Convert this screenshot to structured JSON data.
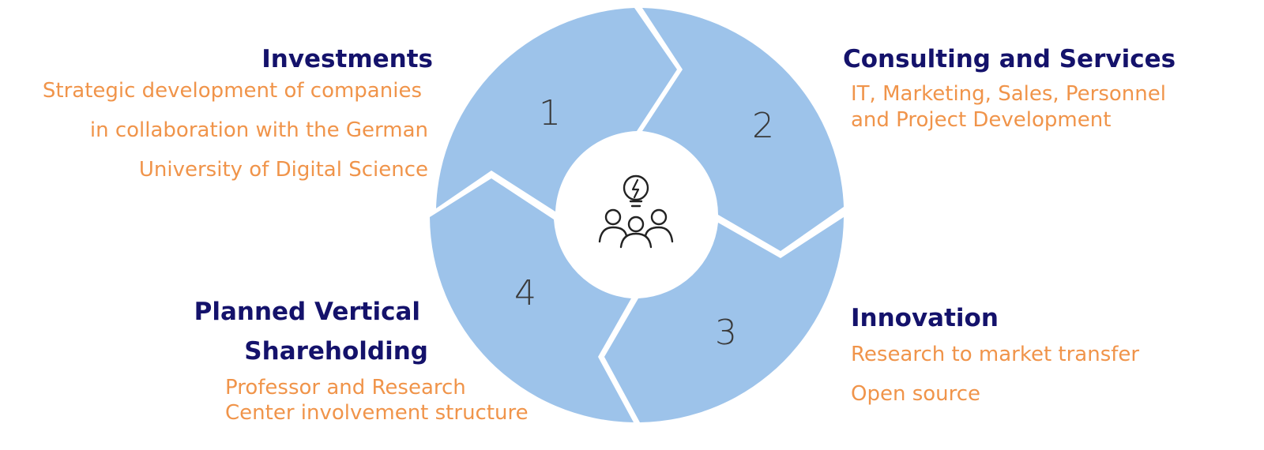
{
  "steps": [
    {
      "number": "1",
      "title": "Investments",
      "lines": [
        "Strategic development of companies",
        "in collaboration with the German",
        "University of Digital Science"
      ]
    },
    {
      "number": "2",
      "title": "Consulting and Services",
      "lines": [
        "IT, Marketing, Sales, Personnel",
        "and Project Development"
      ]
    },
    {
      "number": "3",
      "title": "Innovation",
      "lines": [
        "Research to market transfer",
        "Open source"
      ]
    },
    {
      "number": "4",
      "title_lines": [
        "Planned Vertical",
        "Shareholding"
      ],
      "lines": [
        "Professor and Research",
        "Center involvement structure"
      ]
    }
  ],
  "center_icon": "team-idea-icon",
  "colors": {
    "segment": "#9dc3ea",
    "title": "#14126b",
    "description": "#f0944a",
    "number": "#3a3a3a"
  }
}
